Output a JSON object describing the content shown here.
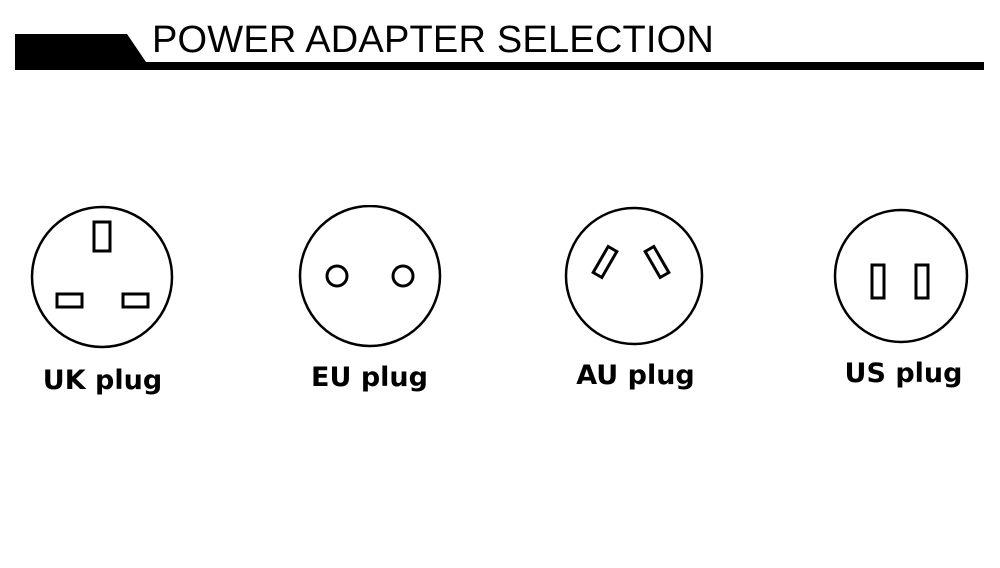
{
  "header": {
    "title": "POWER ADAPTER SELECTION"
  },
  "plugs": [
    {
      "label": "UK plug",
      "icon": "uk-socket-icon"
    },
    {
      "label": "EU plug",
      "icon": "eu-socket-icon"
    },
    {
      "label": "AU plug",
      "icon": "au-socket-icon"
    },
    {
      "label": "US plug",
      "icon": "us-socket-icon"
    }
  ],
  "colors": {
    "ink": "#000000",
    "background": "#ffffff"
  }
}
